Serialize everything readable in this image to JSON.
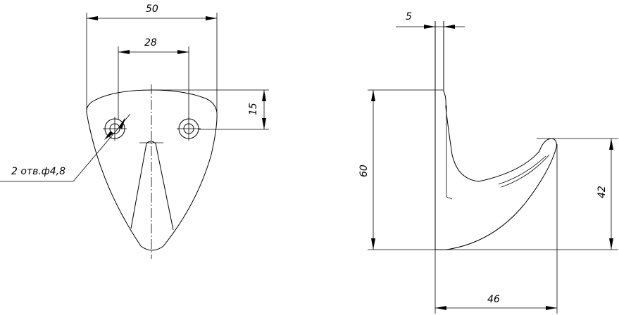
{
  "front_view": {
    "dim_overall_width": "50",
    "dim_hole_spacing": "28",
    "dim_hole_offset": "15",
    "hole_note": "2 отв.ф4,8"
  },
  "side_view": {
    "dim_thickness": "5",
    "dim_height": "60",
    "dim_hook_height": "42",
    "dim_depth": "46"
  }
}
